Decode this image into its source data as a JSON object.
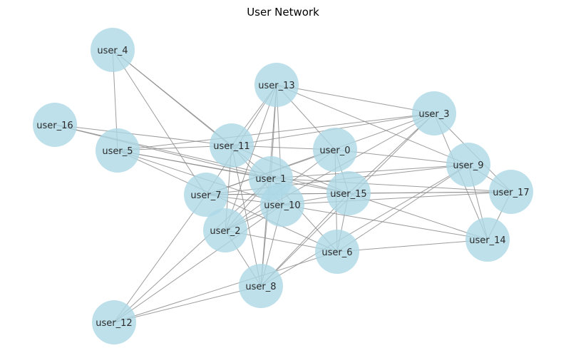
{
  "title": "User Network",
  "colors": {
    "node_fill": "#add8e6",
    "edge": "#8c8c8c",
    "label": "#2b2b2b",
    "background": "#ffffff"
  },
  "nodes": [
    {
      "id": "user_0",
      "label": "user_0"
    },
    {
      "id": "user_1",
      "label": "user_1"
    },
    {
      "id": "user_2",
      "label": "user_2"
    },
    {
      "id": "user_3",
      "label": "user_3"
    },
    {
      "id": "user_4",
      "label": "user_4"
    },
    {
      "id": "user_5",
      "label": "user_5"
    },
    {
      "id": "user_6",
      "label": "user_6"
    },
    {
      "id": "user_7",
      "label": "user_7"
    },
    {
      "id": "user_8",
      "label": "user_8"
    },
    {
      "id": "user_9",
      "label": "user_9"
    },
    {
      "id": "user_10",
      "label": "user_10"
    },
    {
      "id": "user_11",
      "label": "user_11"
    },
    {
      "id": "user_12",
      "label": "user_12"
    },
    {
      "id": "user_13",
      "label": "user_13"
    },
    {
      "id": "user_14",
      "label": "user_14"
    },
    {
      "id": "user_15",
      "label": "user_15"
    },
    {
      "id": "user_16",
      "label": "user_16"
    },
    {
      "id": "user_17",
      "label": "user_17"
    }
  ],
  "edges": [
    [
      "user_4",
      "user_5"
    ],
    [
      "user_4",
      "user_11"
    ],
    [
      "user_4",
      "user_7"
    ],
    [
      "user_4",
      "user_1"
    ],
    [
      "user_13",
      "user_11"
    ],
    [
      "user_13",
      "user_1"
    ],
    [
      "user_13",
      "user_3"
    ],
    [
      "user_13",
      "user_9"
    ],
    [
      "user_13",
      "user_0"
    ],
    [
      "user_13",
      "user_7"
    ],
    [
      "user_13",
      "user_2"
    ],
    [
      "user_13",
      "user_8"
    ],
    [
      "user_13",
      "user_10"
    ],
    [
      "user_16",
      "user_11"
    ],
    [
      "user_16",
      "user_1"
    ],
    [
      "user_16",
      "user_15"
    ],
    [
      "user_5",
      "user_3"
    ],
    [
      "user_5",
      "user_1"
    ],
    [
      "user_5",
      "user_15"
    ],
    [
      "user_5",
      "user_10"
    ],
    [
      "user_5",
      "user_6"
    ],
    [
      "user_5",
      "user_11"
    ],
    [
      "user_3",
      "user_11"
    ],
    [
      "user_3",
      "user_7"
    ],
    [
      "user_3",
      "user_14"
    ],
    [
      "user_3",
      "user_17"
    ],
    [
      "user_3",
      "user_8"
    ],
    [
      "user_3",
      "user_15"
    ],
    [
      "user_3",
      "user_2"
    ],
    [
      "user_11",
      "user_0"
    ],
    [
      "user_11",
      "user_15"
    ],
    [
      "user_11",
      "user_2"
    ],
    [
      "user_11",
      "user_8"
    ],
    [
      "user_11",
      "user_10"
    ],
    [
      "user_0",
      "user_9"
    ],
    [
      "user_0",
      "user_7"
    ],
    [
      "user_0",
      "user_2"
    ],
    [
      "user_0",
      "user_6"
    ],
    [
      "user_0",
      "user_15"
    ],
    [
      "user_9",
      "user_1"
    ],
    [
      "user_9",
      "user_7"
    ],
    [
      "user_9",
      "user_14"
    ],
    [
      "user_9",
      "user_17"
    ],
    [
      "user_9",
      "user_6"
    ],
    [
      "user_9",
      "user_8"
    ],
    [
      "user_1",
      "user_17"
    ],
    [
      "user_1",
      "user_2"
    ],
    [
      "user_1",
      "user_6"
    ],
    [
      "user_1",
      "user_8"
    ],
    [
      "user_1",
      "user_12"
    ],
    [
      "user_7",
      "user_15"
    ],
    [
      "user_7",
      "user_17"
    ],
    [
      "user_7",
      "user_12"
    ],
    [
      "user_7",
      "user_10"
    ],
    [
      "user_15",
      "user_14"
    ],
    [
      "user_15",
      "user_6"
    ],
    [
      "user_15",
      "user_8"
    ],
    [
      "user_15",
      "user_10"
    ],
    [
      "user_15",
      "user_17"
    ],
    [
      "user_10",
      "user_14"
    ],
    [
      "user_10",
      "user_12"
    ],
    [
      "user_10",
      "user_8"
    ],
    [
      "user_10",
      "user_17"
    ],
    [
      "user_10",
      "user_2"
    ],
    [
      "user_2",
      "user_6"
    ],
    [
      "user_2",
      "user_8"
    ],
    [
      "user_14",
      "user_6"
    ],
    [
      "user_14",
      "user_17"
    ],
    [
      "user_6",
      "user_12"
    ],
    [
      "user_8",
      "user_12"
    ]
  ]
}
